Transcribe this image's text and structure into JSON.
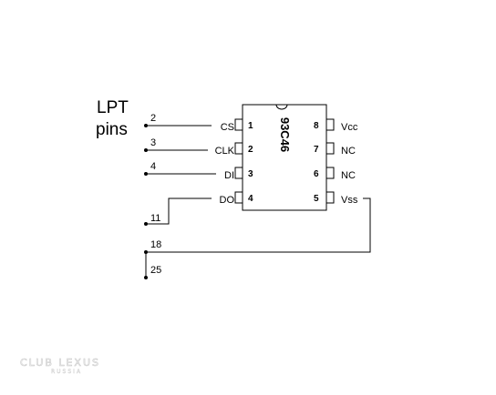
{
  "header": {
    "line1": "LPT",
    "line2": "pins"
  },
  "chip": {
    "name": "93C46"
  },
  "left_pins": [
    {
      "num": "1",
      "signal": "CS",
      "lpt": "2"
    },
    {
      "num": "2",
      "signal": "CLK",
      "lpt": "3"
    },
    {
      "num": "3",
      "signal": "DI",
      "lpt": "4"
    },
    {
      "num": "4",
      "signal": "DO",
      "lpt": "11"
    }
  ],
  "right_pins": [
    {
      "num": "8",
      "signal": "Vcc"
    },
    {
      "num": "7",
      "signal": "NC"
    },
    {
      "num": "6",
      "signal": "NC"
    },
    {
      "num": "5",
      "signal": "Vss"
    }
  ],
  "ground_pins": [
    "18",
    "25"
  ],
  "watermark": {
    "line1": "CLUB LEXUS",
    "line2": "RUSSIA"
  },
  "colors": {
    "ink": "#000000",
    "watermark": "#c8c8c8"
  }
}
